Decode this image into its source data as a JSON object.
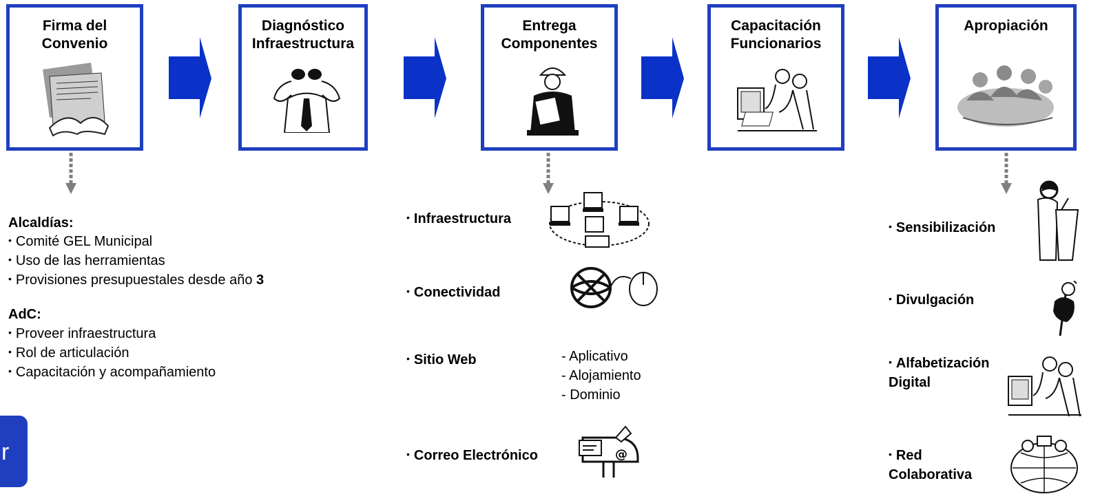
{
  "steps": [
    {
      "title": "Firma del\nConvenio",
      "icon": "handshake-document-icon"
    },
    {
      "title": "Diagnóstico\nInfraestructura",
      "icon": "binoculars-man-icon"
    },
    {
      "title": "Entrega\nComponentes",
      "icon": "construction-worker-icon"
    },
    {
      "title": "Capacitación\nFuncionarios",
      "icon": "computer-training-icon"
    },
    {
      "title": "Apropiación",
      "icon": "group-meeting-icon"
    }
  ],
  "left": {
    "alcaldias_heading": "Alcaldías:",
    "alcaldias_items": [
      "Comité GEL Municipal",
      "Uso de las herramientas",
      "Provisiones presupuestales desde año "
    ],
    "alcaldias_bold_suffix": "3",
    "adc_heading": "AdC:",
    "adc_items": [
      "Proveer infraestructura",
      "Rol de articulación",
      "Capacitación y acompañamiento"
    ]
  },
  "middle": {
    "items": [
      {
        "label": "Infraestructura",
        "icon": "network-computers-icon"
      },
      {
        "label": "Conectividad",
        "icon": "globe-mouse-icon"
      },
      {
        "label": "Sitio Web",
        "icon": ""
      },
      {
        "label": "Correo Electrónico",
        "icon": "mailbox-icon"
      }
    ],
    "sitio_web_sub": "- Aplicativo\n- Alojamiento\n- Dominio"
  },
  "right": {
    "items": [
      {
        "label": "Sensibilización",
        "icon": "speaker-podium-icon"
      },
      {
        "label": "Divulgación",
        "icon": "microphone-icon"
      },
      {
        "label": "Alfabetización\nDigital",
        "icon": "computer-training-icon"
      },
      {
        "label": "Red\nColaborativa",
        "icon": "globe-network-icon"
      }
    ]
  },
  "side_tab": "r",
  "colors": {
    "box_border": "#1f3fbf",
    "arrow": "#0a32c8",
    "dashed": "#7f7f7f"
  }
}
